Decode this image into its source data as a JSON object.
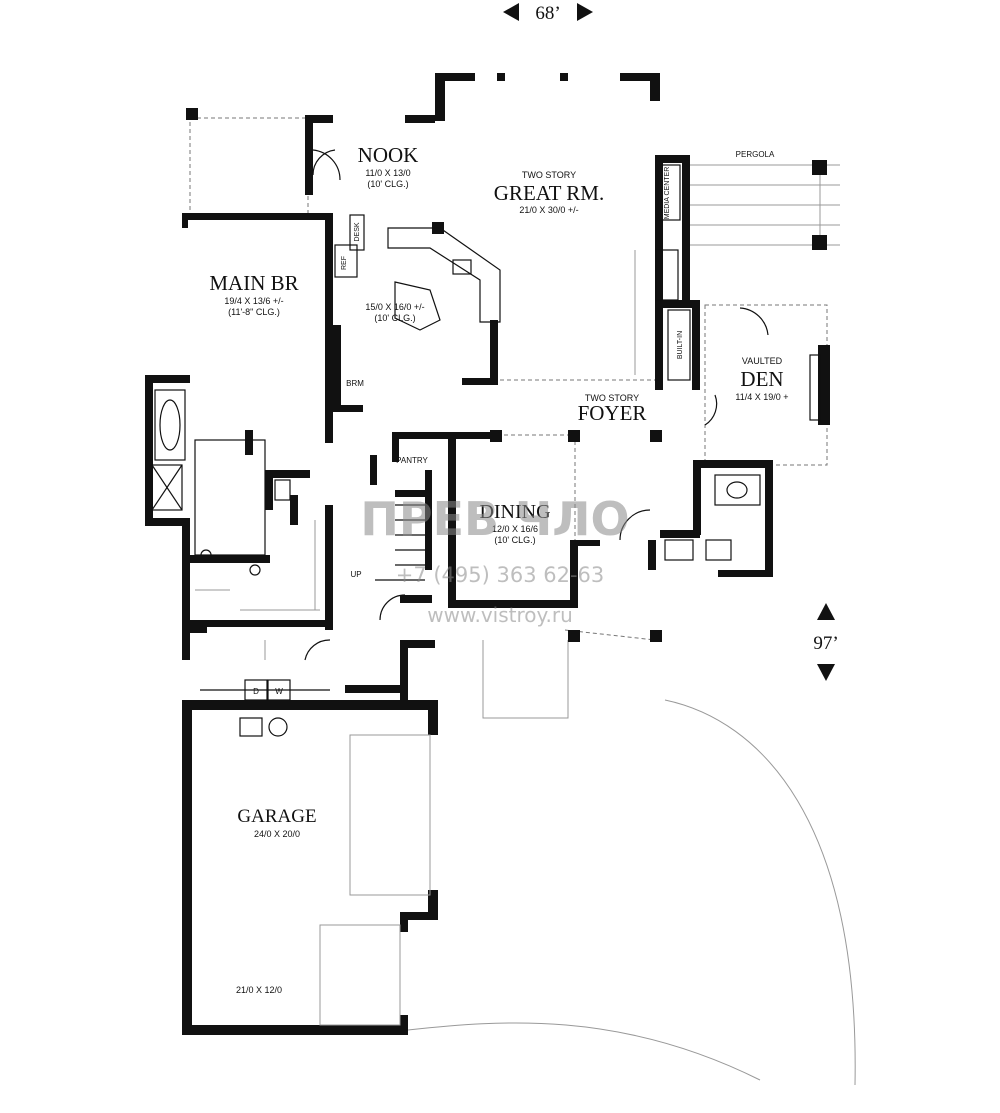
{
  "dimensions": {
    "width_label": "68’",
    "depth_label": "97’"
  },
  "rooms": {
    "nook": {
      "name": "NOOK",
      "size": "11/0 X 13/0",
      "ceiling": "(10' CLG.)"
    },
    "great_room": {
      "prefix": "TWO STORY",
      "name": "GREAT RM.",
      "size": "21/0 X 30/0 +/-"
    },
    "main_br": {
      "name": "MAIN BR",
      "size": "19/4 X 13/6 +/-",
      "ceiling": "(11'-8\" CLG.)"
    },
    "kitchen": {
      "size": "15/0 X 16/0 +/-",
      "ceiling": "(10' CLG.)"
    },
    "den": {
      "prefix": "VAULTED",
      "name": "DEN",
      "size": "11/4 X 19/0 +"
    },
    "foyer": {
      "prefix": "TWO STORY",
      "name": "FOYER"
    },
    "dining": {
      "name": "DINING",
      "size": "12/0 X 16/6",
      "ceiling": "(10' CLG.)"
    },
    "garage": {
      "name": "GARAGE",
      "size": "24/0 X 20/0"
    },
    "garage_bay": {
      "size": "21/0 X 12/0"
    }
  },
  "labels": {
    "pergola": "PERGOLA",
    "media_center": "MEDIA CENTER",
    "built_in": "BUILT-IN",
    "desk": "DESK",
    "ref": "REF",
    "brm": "BRM",
    "pantry": "PANTRY",
    "up": "UP",
    "dryer": "D",
    "washer": "W"
  },
  "watermark": {
    "brand": "ПРЕВ ЧЛО",
    "phone": "+7 (495) 363 62-63",
    "site": "www.vistroy.ru"
  }
}
